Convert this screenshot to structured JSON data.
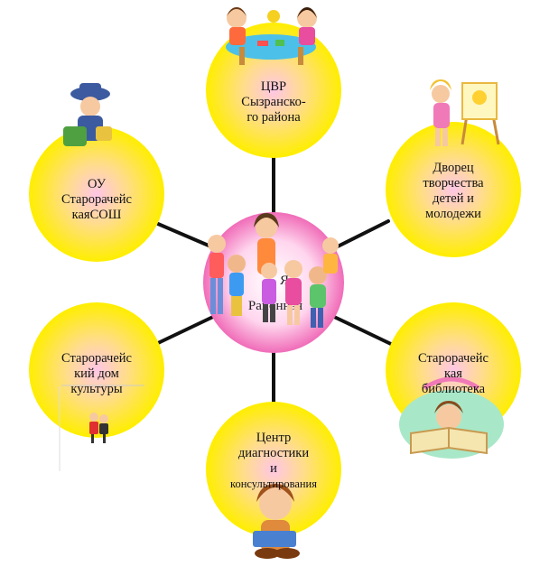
{
  "center": {
    "lines": [
      "Я",
      "Районная"
    ]
  },
  "nodes": [
    {
      "id": "cvr",
      "lines": [
        "ЦВР",
        "Сызранско-",
        "го района"
      ]
    },
    {
      "id": "dvorets",
      "lines": [
        "Дворец",
        "творчества",
        "детей и",
        "молодежи"
      ]
    },
    {
      "id": "biblioteka",
      "lines": [
        "Старорачейс",
        "кая",
        "библиотека"
      ]
    },
    {
      "id": "centr",
      "lines": [
        "Центр",
        "диагностики",
        "и",
        "консультирования"
      ]
    },
    {
      "id": "dom-kultury",
      "lines": [
        "Старорачейс",
        "кий дом",
        "культуры"
      ]
    },
    {
      "id": "ou",
      "lines": [
        "ОУ",
        "Старорачейс",
        "каяСОШ"
      ]
    }
  ],
  "colors": {
    "circle_edge": "#ffee00",
    "circle_center": "#ffc6e6",
    "connector": "#111111",
    "hub_edge": "#e63c9c"
  },
  "icons": [
    "children-at-table-icon",
    "artist-at-easel-icon",
    "girl-reading-book-icon",
    "girl-with-book-icon",
    "dancing-couple-icon",
    "postman-with-bag-icon",
    "group-of-children-icon"
  ]
}
